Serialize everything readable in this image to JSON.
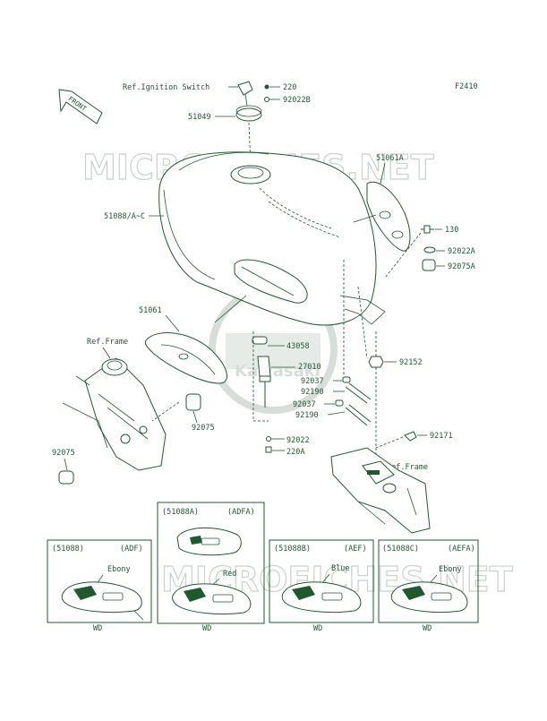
{
  "figure_code": "F2410",
  "watermark": {
    "text": "MICROFICHES.NET",
    "logo_text": "Kawasaki"
  },
  "front_label": "FRONT",
  "callouts": {
    "ref_ignition": "Ref.Ignition Switch",
    "p220": "220",
    "p92022B": "92022B",
    "p51049": "51049",
    "p51061A": "51061A",
    "p51088": "51088/A~C",
    "p130": "130",
    "p92022A": "92022A",
    "p92075A": "92075A",
    "p51061": "51061",
    "ref_frame_left": "Ref.Frame",
    "p43058": "43058",
    "p27010": "27010",
    "p92152": "92152",
    "p92037a": "92037",
    "p92190a": "92190",
    "p92037b": "92037",
    "p92190b": "92190",
    "p92075_right": "92075",
    "p92171": "92171",
    "p92022": "92022",
    "p220A": "220A",
    "p92075_left": "92075",
    "ref_frame_right": "Ref.Frame"
  },
  "variants": [
    {
      "part": "(51088)",
      "code": "(ADF)",
      "color": "Ebony",
      "footer": "WD"
    },
    {
      "part": "(51088A)",
      "code": "(ADFA)",
      "color": "Red",
      "footer": "WD"
    },
    {
      "part": "(51088B)",
      "code": "(AEF)",
      "color": "Blue",
      "footer": "WD"
    },
    {
      "part": "(51088C)",
      "code": "(AEFA)",
      "color": "Ebony",
      "footer": "WD"
    }
  ],
  "colors": {
    "ink": "#1f5a2e",
    "watermark": "#c9d2cc"
  }
}
